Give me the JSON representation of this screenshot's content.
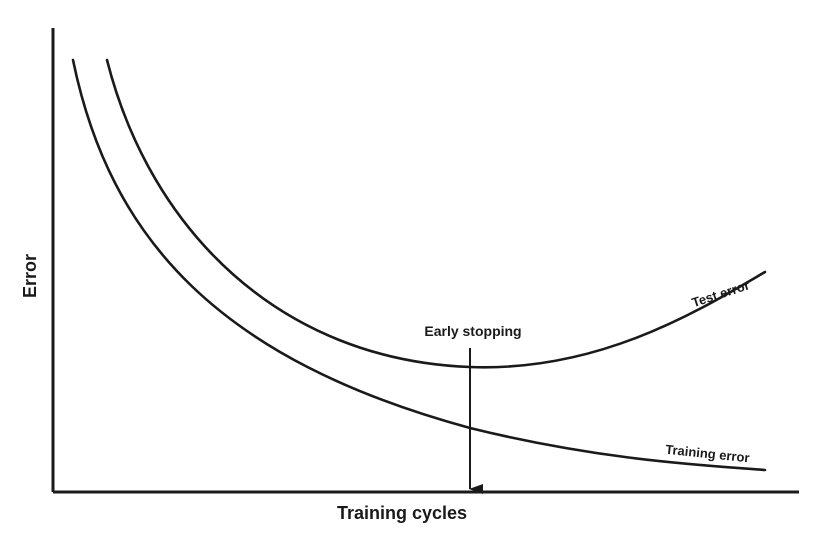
{
  "diagram": {
    "y_axis_label": "Error",
    "x_axis_label": "Training cycles",
    "curves": {
      "test": {
        "label": "Test error"
      },
      "training": {
        "label": "Training error"
      }
    },
    "annotation": {
      "label": "Early stopping"
    },
    "colors": {
      "ink": "#1a1a1a",
      "background": "#ffffff"
    }
  }
}
